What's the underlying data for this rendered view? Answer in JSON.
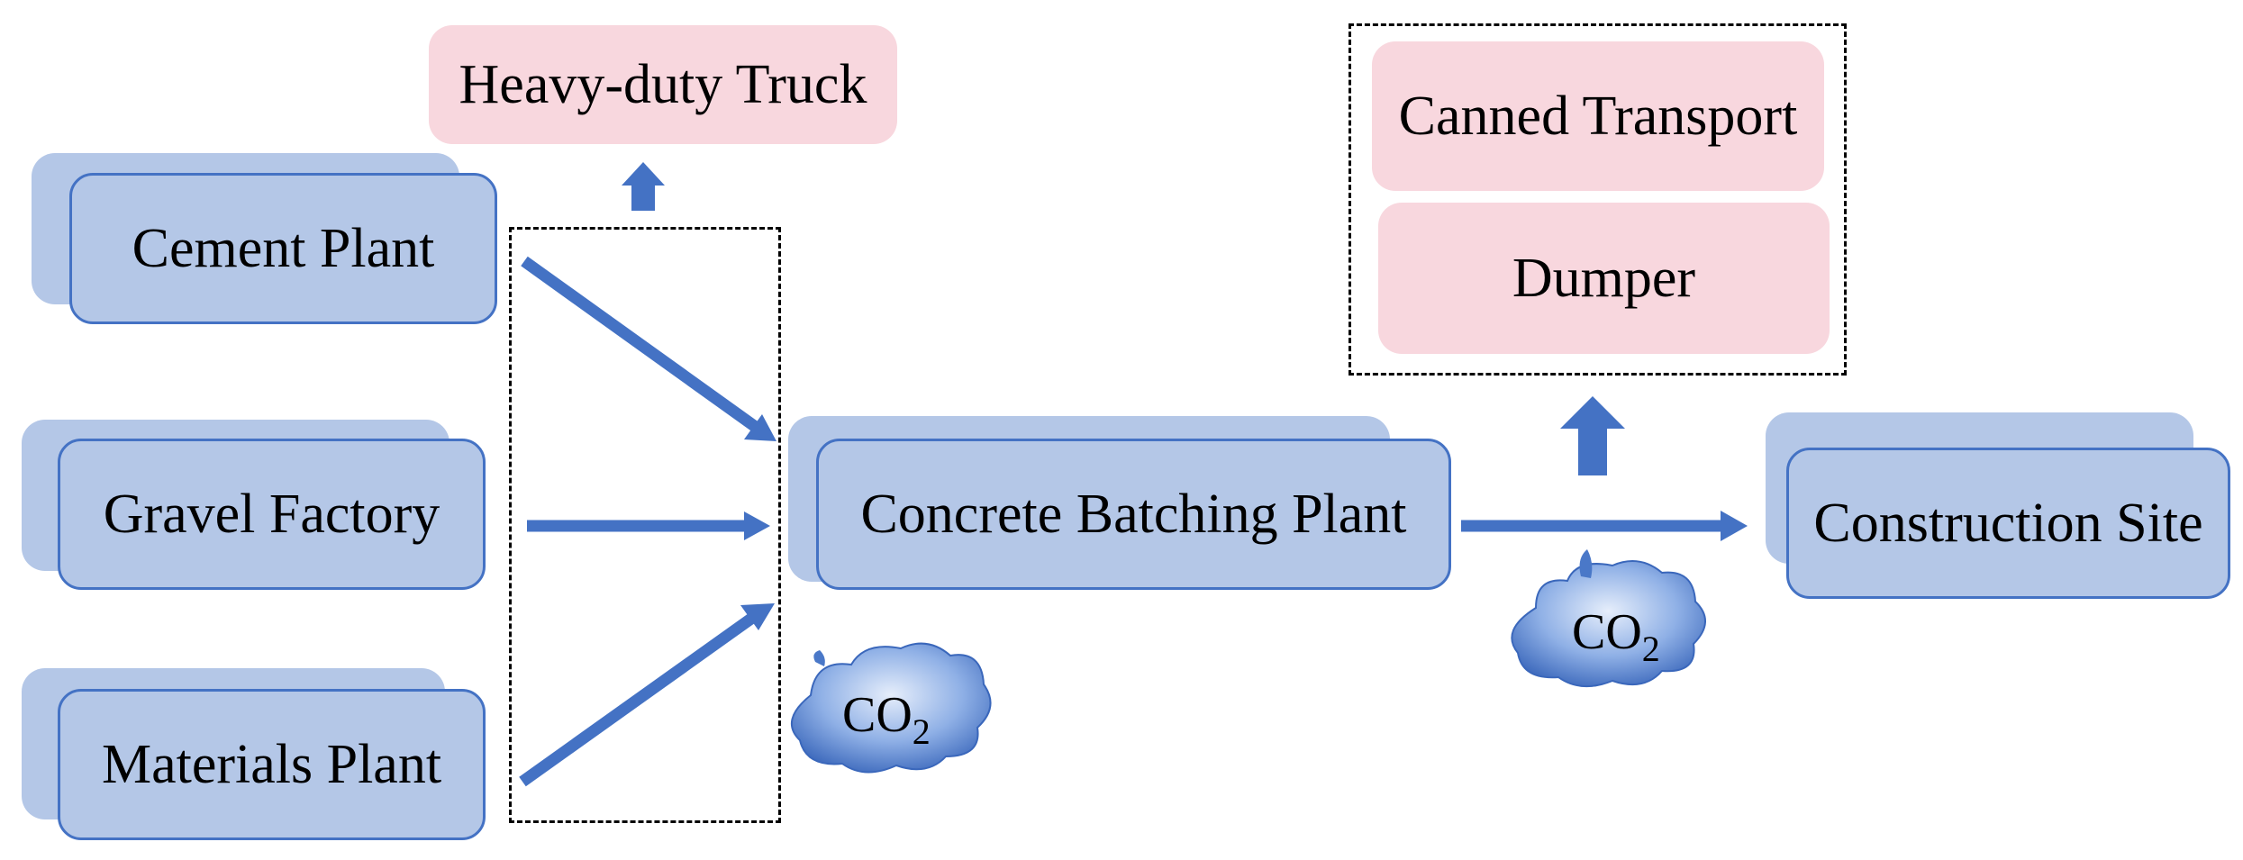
{
  "nodes": {
    "cement_plant": "Cement Plant",
    "gravel_factory": "Gravel Factory",
    "materials_plant": "Materials Plant",
    "batching_plant": "Concrete Batching Plant",
    "construction_site": "Construction Site"
  },
  "vehicles": {
    "heavy_truck": "Heavy-duty Truck",
    "canned_transport": "Canned Transport",
    "dumper": "Dumper"
  },
  "emissions": {
    "co2_main": "CO",
    "co2_sub": "2"
  },
  "colors": {
    "node_fill": "#b4c7e7",
    "node_border": "#4472c4",
    "vehicle_fill": "#f8d7de",
    "arrow": "#4472c4",
    "cloud": "#4a78c8"
  }
}
